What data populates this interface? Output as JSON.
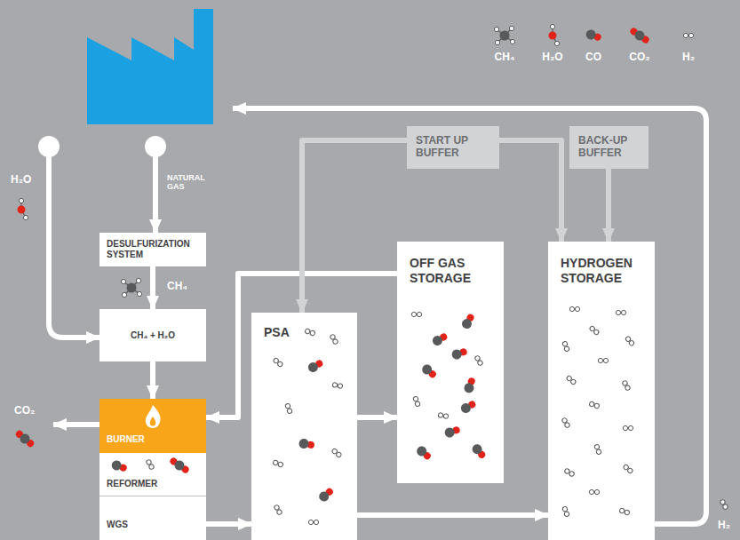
{
  "diagram": {
    "nodes": [
      {
        "text": [
          "DESULFURIZATION SYSTEM"
        ]
      },
      {
        "text": [
          "CH₄ + H₂O"
        ]
      },
      {
        "text": [
          "BURNER"
        ]
      },
      {
        "text": [
          "REFORMER"
        ]
      },
      {
        "text": [
          "WGS"
        ]
      },
      {
        "text": [
          "PSA"
        ]
      },
      {
        "text": [
          "OFF GAS STORAGE"
        ]
      },
      {
        "text": [
          "HYDROGEN STORAGE"
        ]
      },
      {
        "text": [
          "START UP BUFFER"
        ]
      },
      {
        "text": [
          "BACK-UP BUFFER"
        ]
      }
    ],
    "edges": [
      {
        "from": 0,
        "to": 1,
        "arrow": "to",
        "label": "CH₄"
      },
      {
        "from": 1,
        "to": 2,
        "arrow": "to"
      },
      {
        "from": 6,
        "to": 2,
        "arrow": "to"
      },
      {
        "from": 4,
        "to": 5,
        "arrow": "to"
      },
      {
        "from": 5,
        "to": 6,
        "arrow": "to"
      },
      {
        "from": 5,
        "to": 7,
        "arrow": "to"
      },
      {
        "from": 8,
        "to": 5,
        "arrow": "to"
      },
      {
        "from": 8,
        "to": 7,
        "arrow": "to"
      },
      {
        "from": 9,
        "to": 7,
        "arrow": "to"
      }
    ],
    "labels": [
      "H₂O",
      "NATURAL GAS",
      "CO₂",
      "H₂"
    ],
    "legend": [
      {
        "text": "CH₄"
      },
      {
        "text": "H₂O"
      },
      {
        "text": "CO"
      },
      {
        "text": "CO₂"
      },
      {
        "text": "H₂"
      }
    ]
  }
}
